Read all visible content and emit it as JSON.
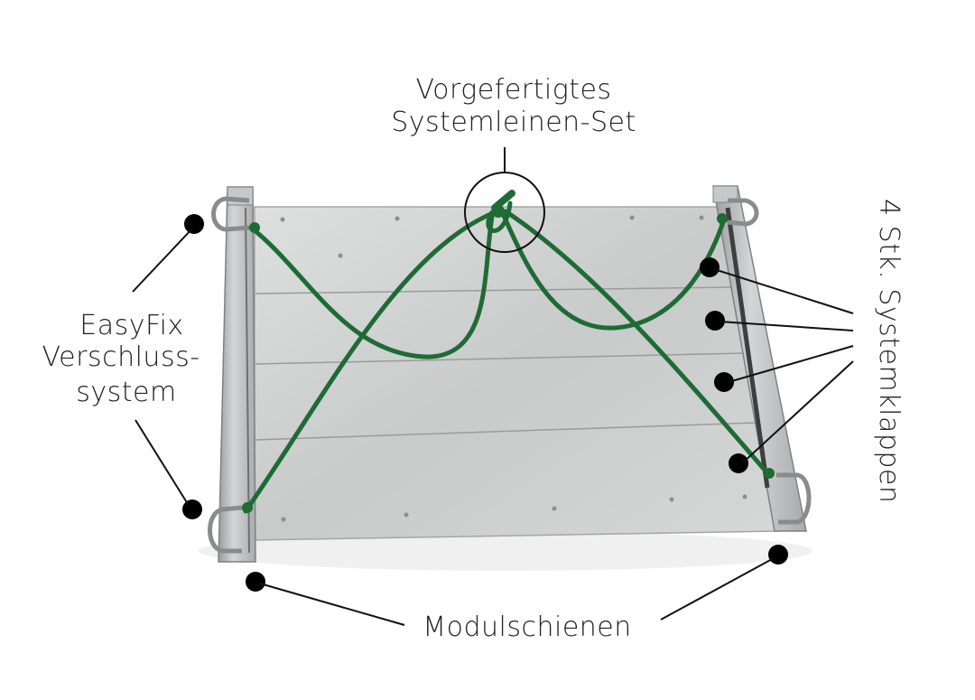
{
  "labels": {
    "cord_set_line1": "Vorgefertigtes",
    "cord_set_line2": "Systemleinen-Set",
    "closure_line1": "EasyFix",
    "closure_line2": "Verschluss-",
    "closure_line3": "system",
    "flaps": "4 Stk. Systemklappen",
    "rails": "Modulschienen"
  },
  "colors": {
    "cord": "#1e6b35",
    "plate": "#cfd0d0",
    "rail": "#b8b9ba",
    "marker": "#000000",
    "text": "#222222"
  }
}
